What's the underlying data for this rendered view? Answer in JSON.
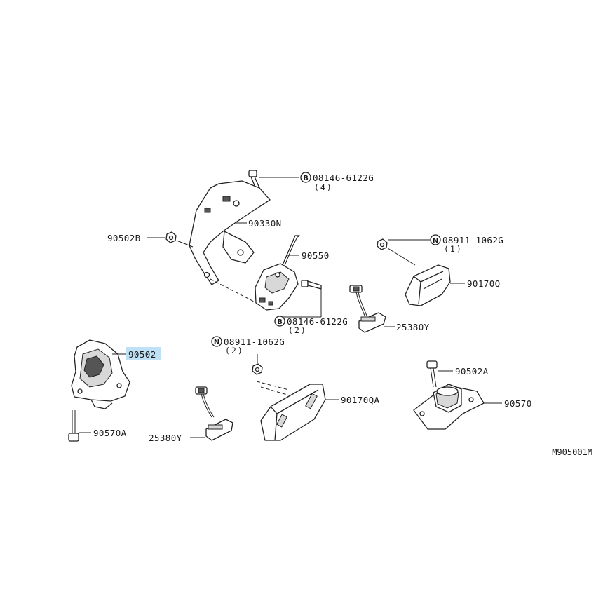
{
  "callouts": {
    "bolt_top": "08146-6122G",
    "bolt_top_qty": "(4)",
    "bracket": "90330N",
    "nut_left": "90502B",
    "rod": "90550",
    "nut_right": "08911-1062G",
    "nut_right_qty": "(1)",
    "cover_right": "90170Q",
    "bolt_mid": "08146-6122G",
    "bolt_mid_qty": "(2)",
    "lamp_right": "25380Y",
    "lock_left": "90502",
    "nut_mid": "08911-1062G",
    "nut_mid_qty": "(2)",
    "striker_right_bolt": "90502A",
    "cover_mid": "90170QA",
    "striker_right": "90570",
    "bolt_left": "90570A",
    "lamp_left": "25380Y"
  },
  "marks": {
    "b": "B",
    "n": "N"
  },
  "reference": "M905001M",
  "highlight_color": "#bfe1f5"
}
